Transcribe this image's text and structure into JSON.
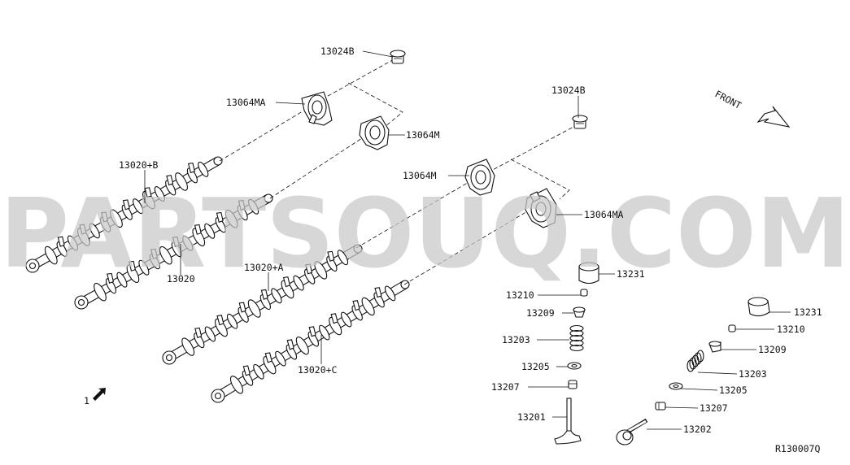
{
  "watermark": "PARTSOUQ.COM",
  "labels": {
    "p13024b_top": "13024B",
    "p13064ma_left": "13064MA",
    "p13064m_left": "13064M",
    "p13020b": "13020+B",
    "p13020": "13020",
    "p13024b_right": "13024B",
    "p13064m_right": "13064M",
    "p13064ma_right": "13064MA",
    "p13020a": "13020+A",
    "p13020c": "13020+C",
    "p13231_left": "13231",
    "p13210_left": "13210",
    "p13209_left": "13209",
    "p13203_left": "13203",
    "p13205_left": "13205",
    "p13207_left": "13207",
    "p13201": "13201",
    "p13231_right": "13231",
    "p13210_right": "13210",
    "p13209_right": "13209",
    "p13203_right": "13203",
    "p13205_right": "13205",
    "p13207_right": "13207",
    "p13202": "13202",
    "front": "FRONT",
    "ref_mark": "1",
    "diagram_code": "R130007Q"
  }
}
